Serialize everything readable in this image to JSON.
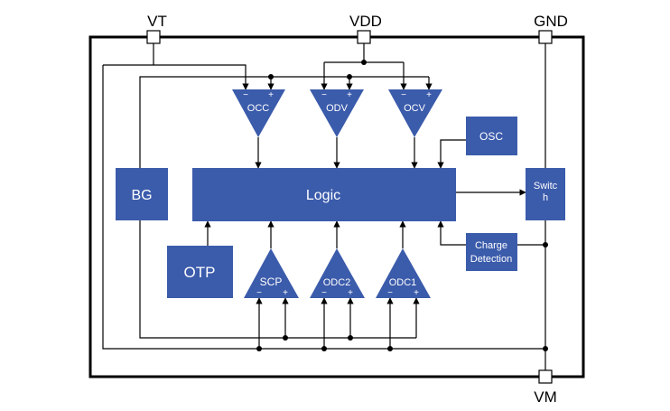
{
  "pins": {
    "vt": "VT",
    "vdd": "VDD",
    "gnd": "GND",
    "vm": "VM"
  },
  "blocks": {
    "logic": "Logic",
    "bg": "BG",
    "otp": "OTP",
    "osc": "OSC",
    "switch_line1": "Switc",
    "switch_line2": "h",
    "charge_line1": "Charge",
    "charge_line2": "Detection"
  },
  "comparators": {
    "occ": "OCC",
    "odv": "ODV",
    "ocv": "OCV",
    "scp": "SCP",
    "odc2": "ODC2",
    "odc1": "ODC1"
  },
  "signs": {
    "minus": "−",
    "plus": "+"
  },
  "colors": {
    "block_fill": "#3b5bab",
    "block_text": "#ffffff",
    "wire": "#000000"
  }
}
